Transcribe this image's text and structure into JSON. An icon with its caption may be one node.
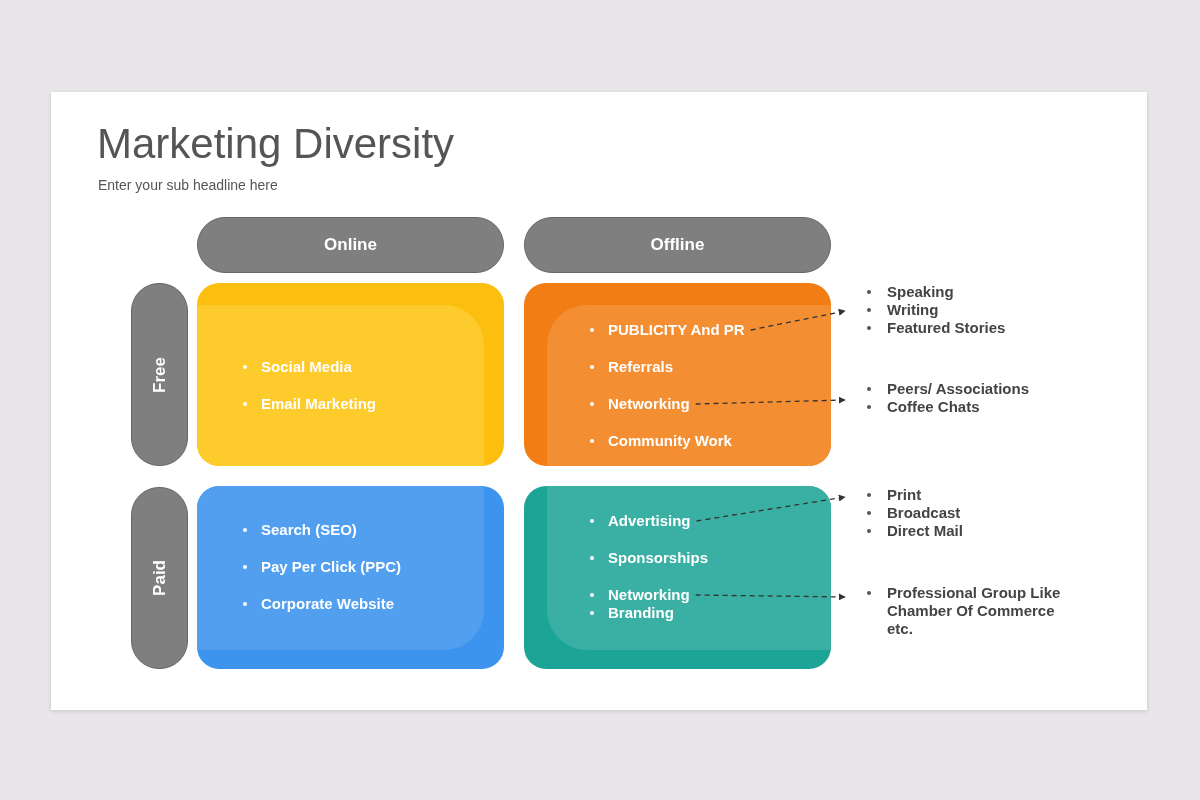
{
  "diagram": {
    "title": "Marketing Diversity",
    "nodes": [
      {
        "text": [
          "Online"
        ]
      },
      {
        "text": [
          "Offline"
        ]
      },
      {
        "text": [
          "Free"
        ]
      },
      {
        "text": [
          "Paid"
        ]
      },
      {
        "text": [],
        "shape": "box"
      },
      {
        "text": [
          "Social Media"
        ],
        "in": 4
      },
      {
        "text": [
          "Email Marketing"
        ],
        "in": 4
      },
      {
        "text": [],
        "shape": "box"
      },
      {
        "text": [
          "PUBLICITY And PR"
        ],
        "in": 7
      },
      {
        "text": [
          "Referrals"
        ],
        "in": 7
      },
      {
        "text": [
          "Networking"
        ],
        "in": 7
      },
      {
        "text": [
          "Community Work"
        ],
        "in": 7
      },
      {
        "text": [],
        "shape": "box"
      },
      {
        "text": [
          "Search (SEO)"
        ],
        "in": 12
      },
      {
        "text": [
          "Pay Per Click (PPC)"
        ],
        "in": 12
      },
      {
        "text": [
          "Corporate Website"
        ],
        "in": 12
      },
      {
        "text": [],
        "shape": "box"
      },
      {
        "text": [
          "Advertising"
        ],
        "in": 16
      },
      {
        "text": [
          "Sponsorships"
        ],
        "in": 16
      },
      {
        "text": [
          "Networking"
        ],
        "in": 16
      },
      {
        "text": [
          "Branding"
        ],
        "in": 16
      },
      {
        "text": [
          "Speaking",
          "Writing",
          "Featured Stories"
        ]
      },
      {
        "text": [
          "Peers/ Associations",
          "Coffee Chats"
        ]
      },
      {
        "text": [
          "Print",
          "Broadcast",
          "Direct Mail"
        ]
      },
      {
        "text": [
          "Professional Group Like Chamber Of Commerce etc."
        ]
      }
    ],
    "edges": [
      {
        "from": 8,
        "to": 21,
        "arrow": "to",
        "style": "dashed"
      },
      {
        "from": 10,
        "to": 22,
        "arrow": "to",
        "style": "dashed"
      },
      {
        "from": 17,
        "to": 23,
        "arrow": "to",
        "style": "dashed"
      },
      {
        "from": 19,
        "to": 24,
        "arrow": "to",
        "style": "dashed"
      }
    ],
    "labels": [
      "Enter your sub headline here"
    ]
  }
}
